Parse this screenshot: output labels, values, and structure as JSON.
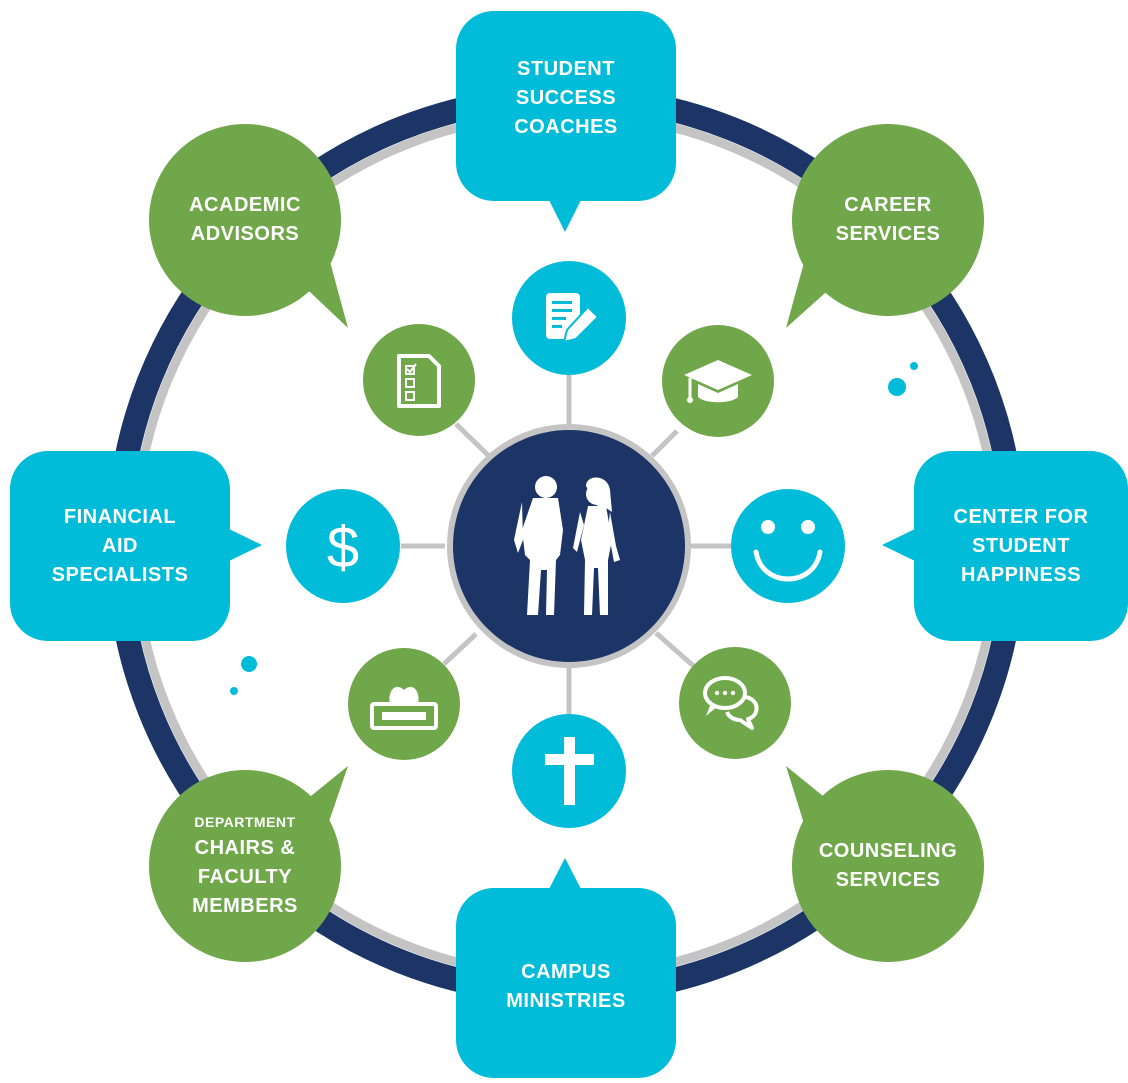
{
  "center": {
    "icon": "two-students-silhouette"
  },
  "bubbles": {
    "student_success_coaches": {
      "lines": [
        "STUDENT",
        "SUCCESS",
        "COACHES"
      ]
    },
    "career_services": {
      "lines": [
        "CAREER",
        "SERVICES"
      ]
    },
    "center_for_student_happiness": {
      "lines": [
        "CENTER FOR",
        "STUDENT",
        "HAPPINESS"
      ]
    },
    "counseling_services": {
      "lines": [
        "COUNSELING",
        "SERVICES"
      ]
    },
    "campus_ministries": {
      "lines": [
        "CAMPUS",
        "MINISTRIES"
      ]
    },
    "department_chairs": {
      "small": "DEPARTMENT",
      "lines": [
        "CHAIRS &",
        "FACULTY",
        "MEMBERS"
      ]
    },
    "financial_aid_specialists": {
      "lines": [
        "FINANCIAL",
        "AID",
        "SPECIALISTS"
      ]
    },
    "academic_advisors": {
      "lines": [
        "ACADEMIC",
        "ADVISORS"
      ]
    }
  },
  "icons": {
    "top": "document-pencil-icon",
    "top_right": "graduation-cap-icon",
    "right": "smiley-face-icon",
    "bottom_right": "chat-bubbles-icon",
    "bottom": "cross-icon",
    "bottom_left": "tissue-box-icon",
    "left": "dollar-sign-icon",
    "top_left": "checklist-icon"
  },
  "colors": {
    "navy": "#1c3566",
    "cyan": "#00bcd8",
    "green": "#70a74a",
    "gray": "#c4c4c4",
    "white": "#ffffff"
  }
}
